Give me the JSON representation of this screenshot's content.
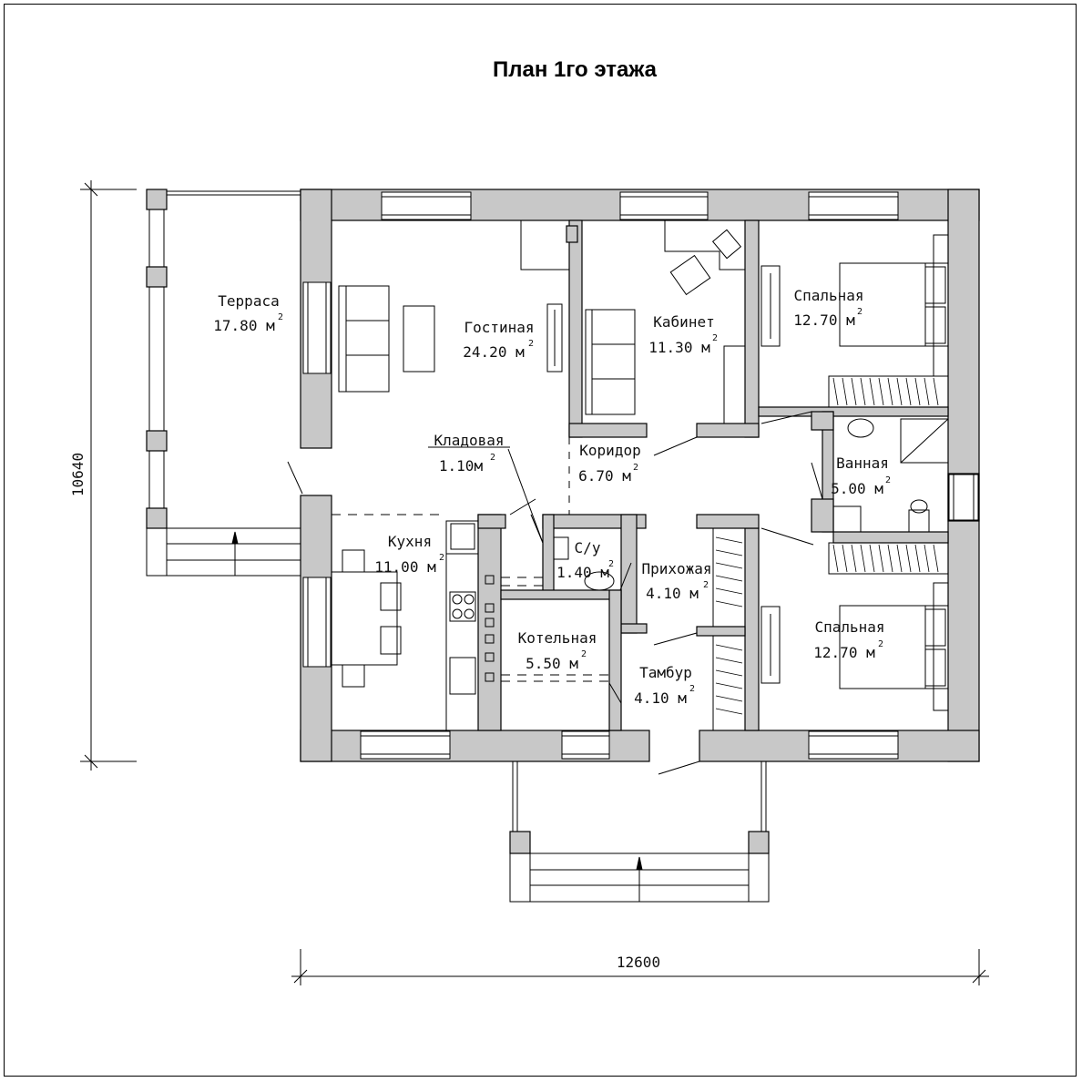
{
  "title": "План 1го этажа",
  "dimensions": {
    "height": "10640",
    "width": "12600"
  },
  "rooms": [
    {
      "name": "Терраса",
      "area": "17.80 м",
      "sup": "2"
    },
    {
      "name": "Гостиная",
      "area": "24.20 м",
      "sup": "2"
    },
    {
      "name": "Кабинет",
      "area": "11.30 м",
      "sup": "2"
    },
    {
      "name": "Спальная",
      "area": "12.70 м",
      "sup": "2"
    },
    {
      "name": "Кладовая",
      "area": "1.10м",
      "sup": "2"
    },
    {
      "name": "Коридор",
      "area": "6.70 м",
      "sup": "2"
    },
    {
      "name": "Ванная",
      "area": "5.00 м",
      "sup": "2"
    },
    {
      "name": "Кухня",
      "area": "11.00 м",
      "sup": "2"
    },
    {
      "name": "С/у",
      "area": "1.40 м",
      "sup": "2"
    },
    {
      "name": "Прихожая",
      "area": "4.10 м",
      "sup": "2"
    },
    {
      "name": "Котельная",
      "area": "5.50 м",
      "sup": "2"
    },
    {
      "name": "Тамбур",
      "area": "4.10 м",
      "sup": "2"
    },
    {
      "name": "Спальная",
      "area": "12.70 м",
      "sup": "2"
    }
  ],
  "colors": {
    "wall": "#c8c8c8",
    "line": "#000000"
  }
}
